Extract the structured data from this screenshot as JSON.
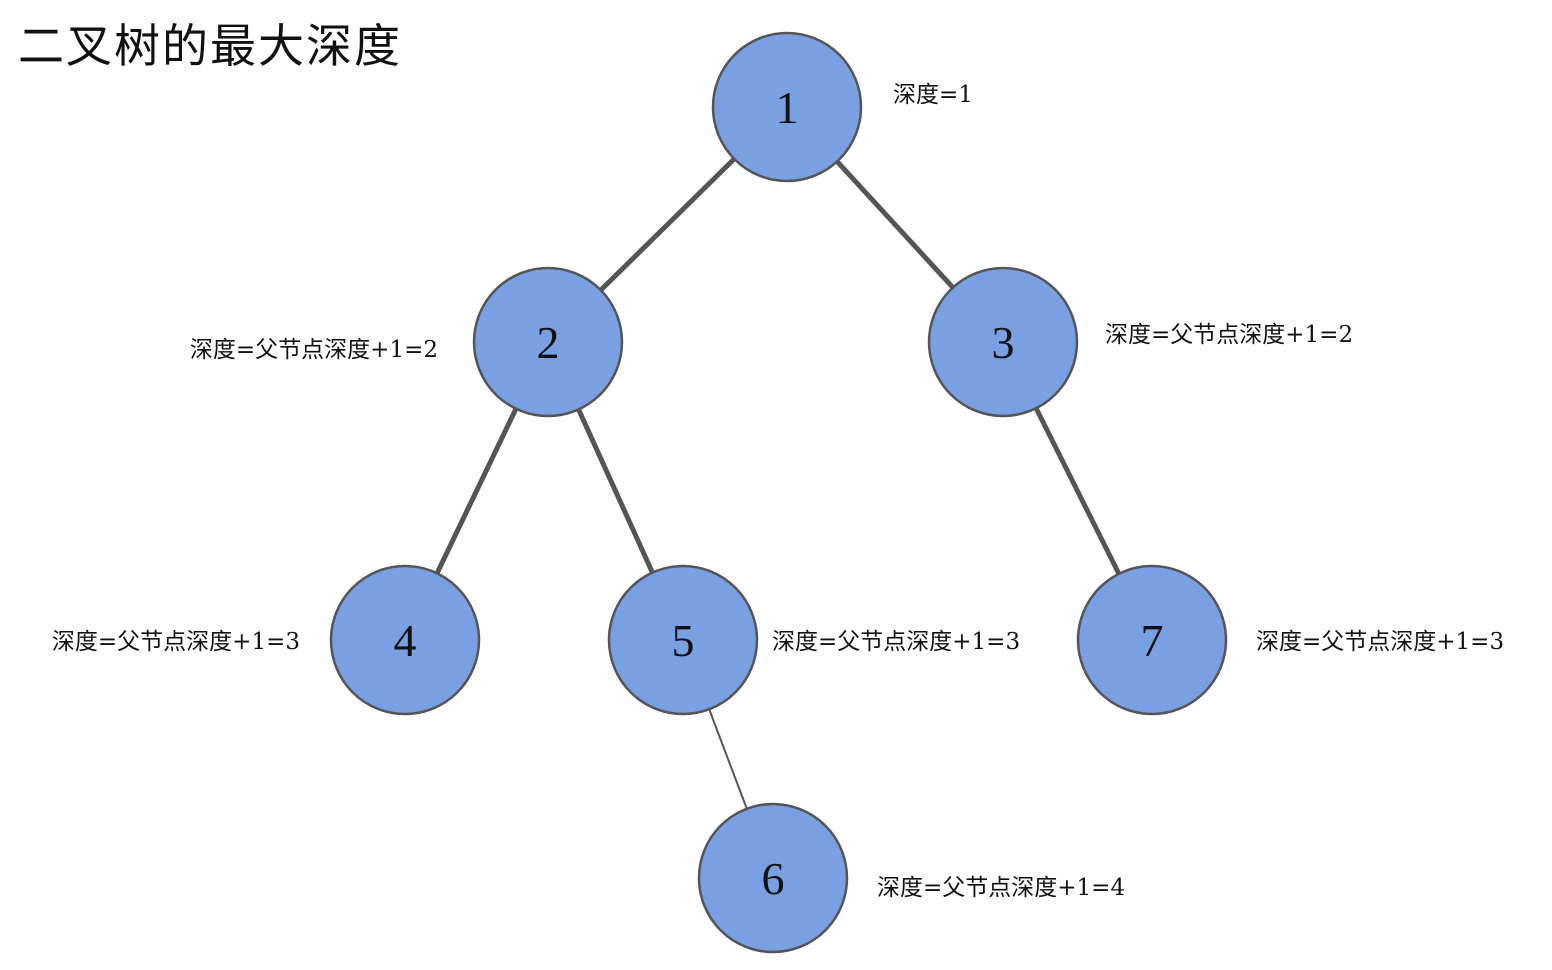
{
  "title": "二叉树的最大深度",
  "colors": {
    "node_fill": "#7aa0e4",
    "node_stroke": "#555555",
    "edge": "#555555",
    "text": "#111111"
  },
  "tree": {
    "nodes": [
      {
        "id": "1",
        "label": "1",
        "depth_text": "深度=1"
      },
      {
        "id": "2",
        "label": "2",
        "depth_text": "深度=父节点深度+1=2"
      },
      {
        "id": "3",
        "label": "3",
        "depth_text": "深度=父节点深度+1=2"
      },
      {
        "id": "4",
        "label": "4",
        "depth_text": "深度=父节点深度+1=3"
      },
      {
        "id": "5",
        "label": "5",
        "depth_text": "深度=父节点深度+1=3"
      },
      {
        "id": "7",
        "label": "7",
        "depth_text": "深度=父节点深度+1=3"
      },
      {
        "id": "6",
        "label": "6",
        "depth_text": "深度=父节点深度+1=4"
      }
    ],
    "edges": [
      {
        "from": "1",
        "to": "2"
      },
      {
        "from": "1",
        "to": "3"
      },
      {
        "from": "2",
        "to": "4"
      },
      {
        "from": "2",
        "to": "5"
      },
      {
        "from": "3",
        "to": "7"
      },
      {
        "from": "5",
        "to": "6"
      }
    ]
  }
}
